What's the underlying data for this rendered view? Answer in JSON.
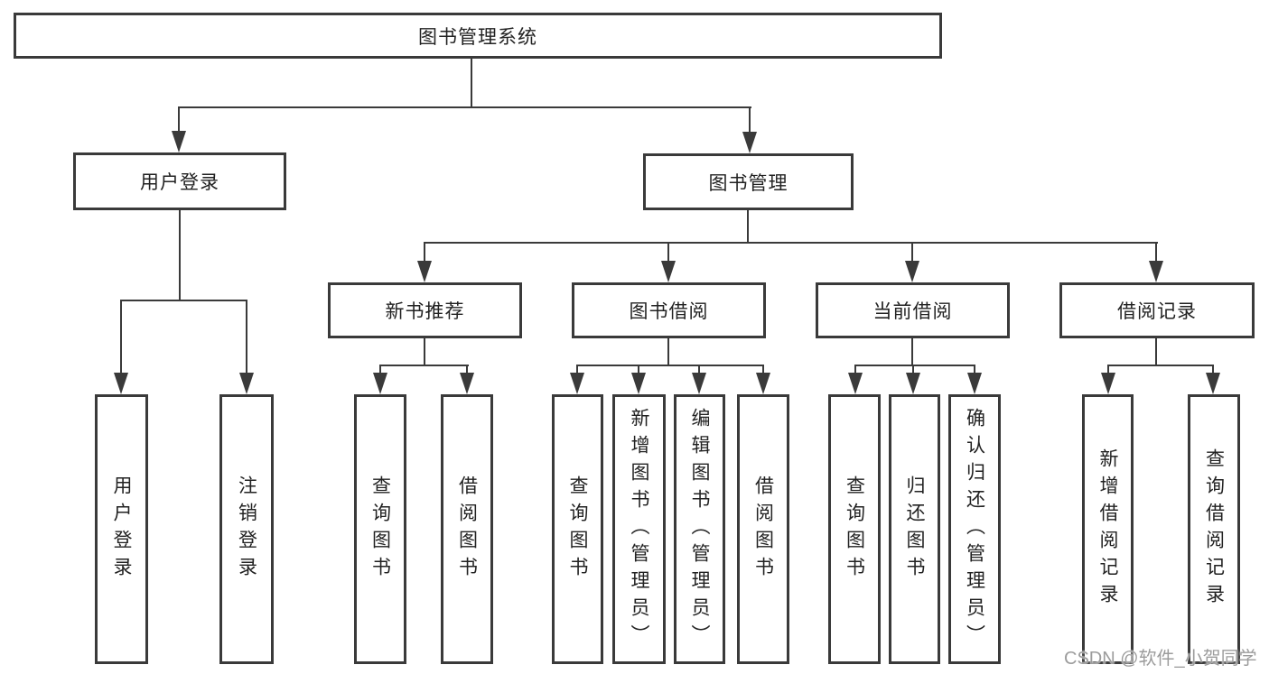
{
  "diagram": {
    "root": {
      "label": "图书管理系统"
    },
    "level2": [
      {
        "label": "用户登录"
      },
      {
        "label": "图书管理"
      }
    ],
    "level3": [
      {
        "label": "新书推荐"
      },
      {
        "label": "图书借阅"
      },
      {
        "label": "当前借阅"
      },
      {
        "label": "借阅记录"
      }
    ],
    "leaves": {
      "user_login": [
        "用户登录",
        "注销登录"
      ],
      "new_books": [
        "查询图书",
        "借阅图书"
      ],
      "book_borrow": [
        "查询图书",
        "新增图书（管理员）",
        "编辑图书（管理员）",
        "借阅图书"
      ],
      "current_borrow": [
        "查询图书",
        "归还图书",
        "确认归还（管理员）"
      ],
      "borrow_records": [
        "新增借阅记录",
        "查询借阅记录"
      ]
    },
    "watermark": "CSDN @软件_小贺同学",
    "colors": {
      "line": "#3a3a3a",
      "text": "#222222",
      "watermark": "#9c9c9c",
      "background": "#ffffff"
    }
  }
}
